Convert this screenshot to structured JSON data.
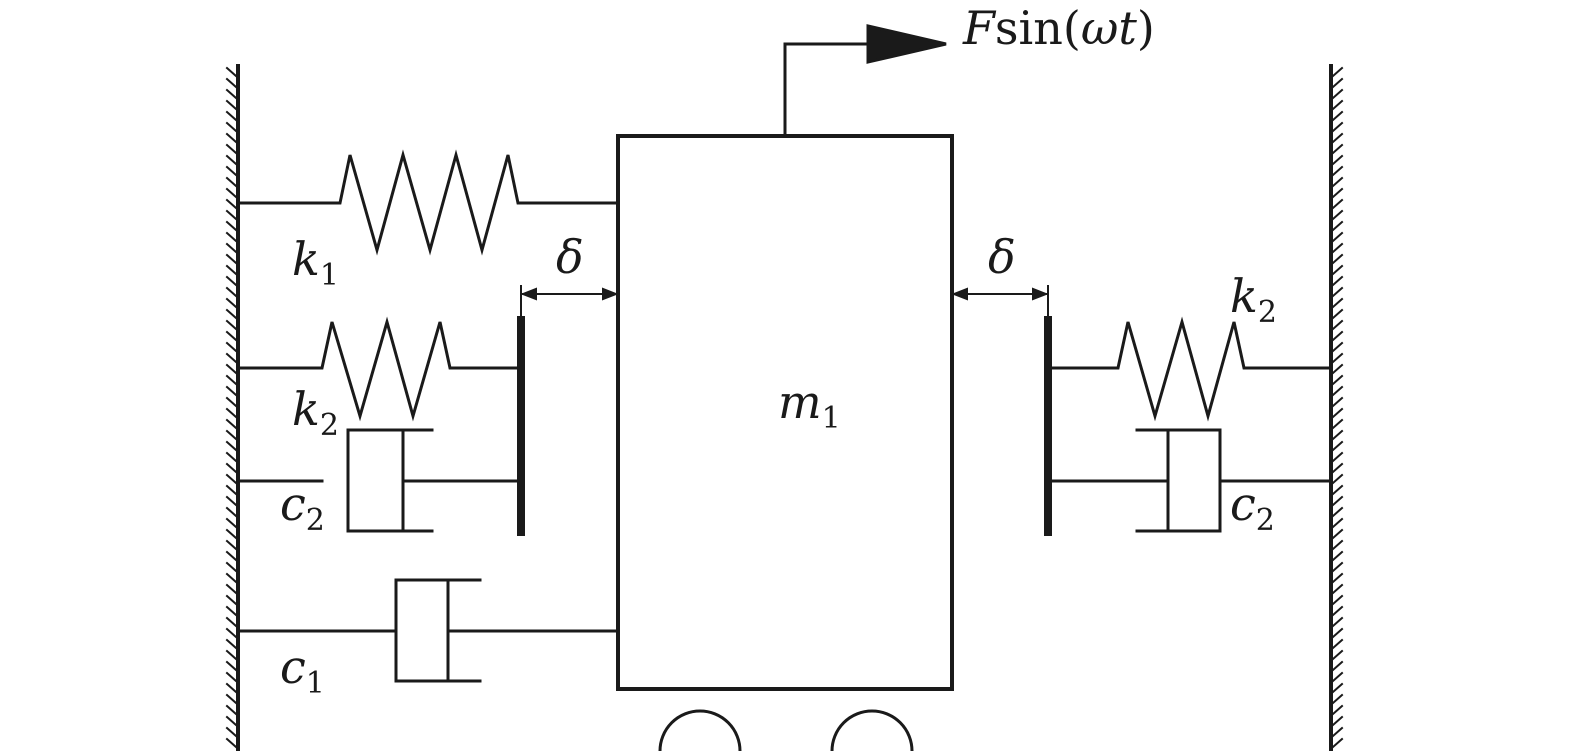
{
  "labels": {
    "force": {
      "sym": "F",
      "fn": "sin(",
      "omega": "ω",
      "t": "t",
      "close": ")"
    },
    "k1": {
      "sym": "k",
      "sub": "1"
    },
    "k2_left": {
      "sym": "k",
      "sub": "2"
    },
    "k2_right": {
      "sym": "k",
      "sub": "2"
    },
    "c1": {
      "sym": "c",
      "sub": "1"
    },
    "c2_left": {
      "sym": "c",
      "sub": "2"
    },
    "c2_right": {
      "sym": "c",
      "sub": "2"
    },
    "m1": {
      "sym": "m",
      "sub": "1"
    },
    "delta_left": "δ",
    "delta_right": "δ"
  },
  "colors": {
    "stroke": "#1a1a1a",
    "background": "#ffffff"
  }
}
